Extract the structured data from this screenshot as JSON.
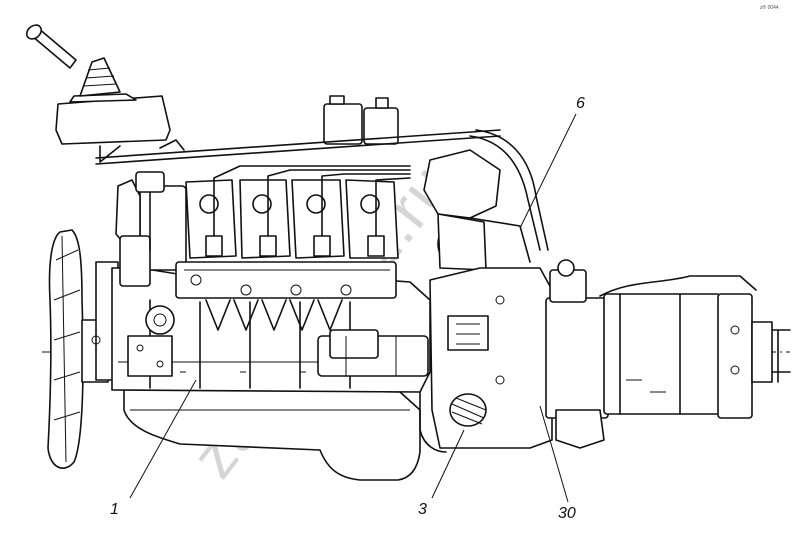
{
  "watermark": "zapkamaz.ru",
  "corner_mark": "z® 0044",
  "callouts": [
    {
      "id": "c1",
      "label": "1"
    },
    {
      "id": "c3",
      "label": "3"
    },
    {
      "id": "c6",
      "label": "6"
    },
    {
      "id": "c30",
      "label": "30"
    }
  ]
}
